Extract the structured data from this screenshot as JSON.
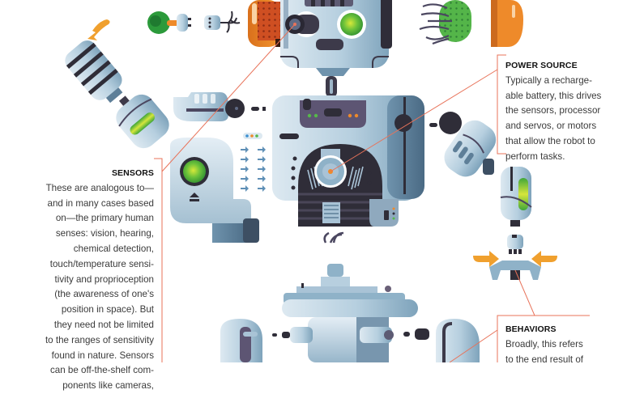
{
  "illustration": {
    "subject": "exploded robot components",
    "accent_colors": {
      "callout_line": "#e8735a",
      "orange": "#ee8a2a",
      "green_light": "#56b84a",
      "steel_light": "#c9dbe7",
      "steel_mid": "#8fb2c8",
      "steel_dark": "#5e7f98",
      "charcoal": "#2f2d38"
    }
  },
  "callouts": {
    "sensors": {
      "title": "SENSORS",
      "lines": [
        "These are analogous to—",
        "and in many cases based",
        "on—the primary human",
        "senses: vision, hearing,",
        "chemical detection,",
        "touch/temperature sensi-",
        "tivity and proprioception",
        "(the awareness of one's",
        "position in space). But",
        "they need not be limited",
        "to the ranges of sensitivity",
        "found in nature. Sensors",
        "can be off-the-shelf com-",
        "ponents like cameras,"
      ]
    },
    "power_source": {
      "title": "POWER SOURCE",
      "lines": [
        "Typically a recharge-",
        "able battery, this drives",
        "the sensors, processor",
        "and servos, or motors",
        "that allow the robot to",
        "perform tasks."
      ]
    },
    "behaviors": {
      "title": "BEHAVIORS",
      "lines": [
        "Broadly, this refers",
        "to the end result of"
      ]
    }
  }
}
